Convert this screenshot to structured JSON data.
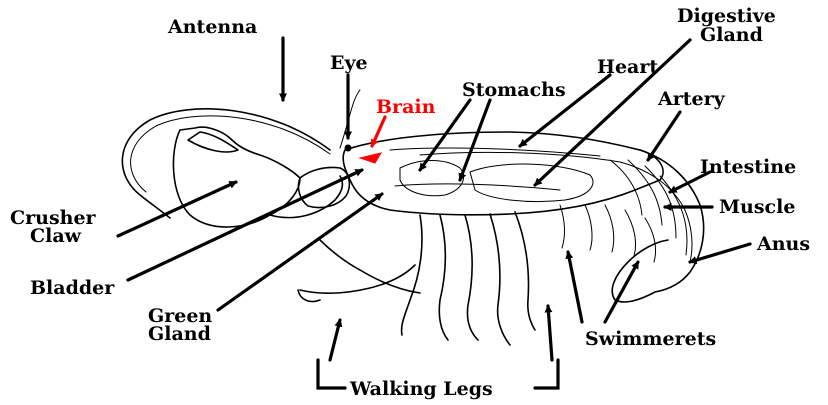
{
  "labels": {
    "antenna": "Antenna",
    "eye": "Eye",
    "brain": "Brain",
    "stomachs": "Stomachs",
    "digestive_gland_1": "Digestive",
    "digestive_gland_2": "Gland",
    "heart": "Heart",
    "artery": "Artery",
    "intestine": "Intestine",
    "muscle": "Muscle",
    "anus": "Anus",
    "crusher_claw_1": "Crusher",
    "crusher_claw_2": "Claw",
    "bladder": "Bladder",
    "green_gland_1": "Green",
    "green_gland_2": "Gland",
    "swimmerets": "Swimmerets",
    "walking_legs": "Walking Legs"
  },
  "colors": {
    "line": "#000000",
    "highlight": "#ff0000"
  }
}
